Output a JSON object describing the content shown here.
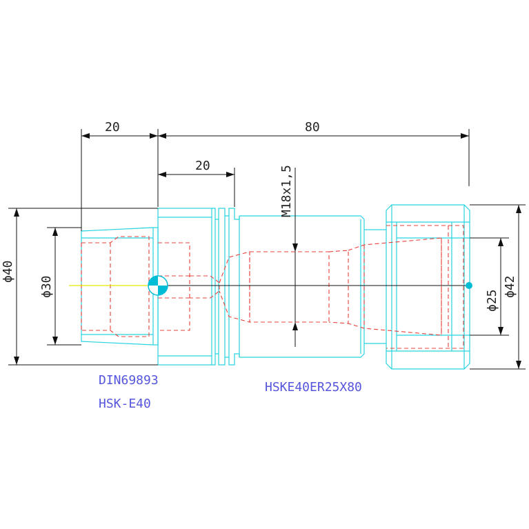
{
  "dimensions": {
    "left_length": "20",
    "total_length": "80",
    "flange_length": "20",
    "thread": "M18x1,5",
    "dia_40": "ϕ40",
    "dia_30": "ϕ30",
    "dia_25": "ϕ25",
    "dia_42": "ϕ42"
  },
  "labels": {
    "standard": "DIN69893",
    "shank": "HSK-E40",
    "model": "HSKE40ER25X80"
  },
  "colors": {
    "outline": "#27d3e0",
    "hidden": "#e8403a",
    "dimension": "#111111",
    "label": "#5555dd",
    "center_mark": "#00bcd4",
    "centerline": "#e6e600"
  }
}
